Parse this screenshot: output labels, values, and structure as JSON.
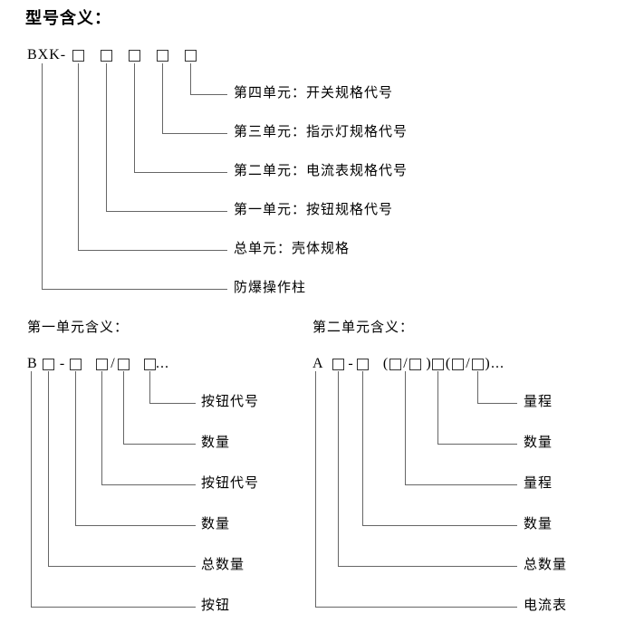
{
  "page": {
    "title": "型号含义："
  },
  "model_diagram": {
    "prefix": "BXK-",
    "labels": [
      "第四单元：开关规格代号",
      "第三单元：指示灯规格代号",
      "第二单元：电流表规格代号",
      "第一单元：按钮规格代号",
      "总单元：壳体规格",
      "防爆操作柱"
    ]
  },
  "unit1": {
    "heading": "第一单元含义：",
    "letter": "B",
    "dash": "-",
    "slash": "/",
    "ellipsis": "...",
    "labels": [
      "按钮代号",
      "数量",
      "按钮代号",
      "数量",
      "总数量",
      "按钮"
    ]
  },
  "unit2": {
    "heading": "第二单元含义：",
    "letter": "A",
    "dash": "-",
    "open_paren": "(",
    "slash": "/",
    "close_paren": ")",
    "ellipsis": "...",
    "labels": [
      "量程",
      "数量",
      "量程",
      "数量",
      "总数量",
      "电流表"
    ]
  }
}
